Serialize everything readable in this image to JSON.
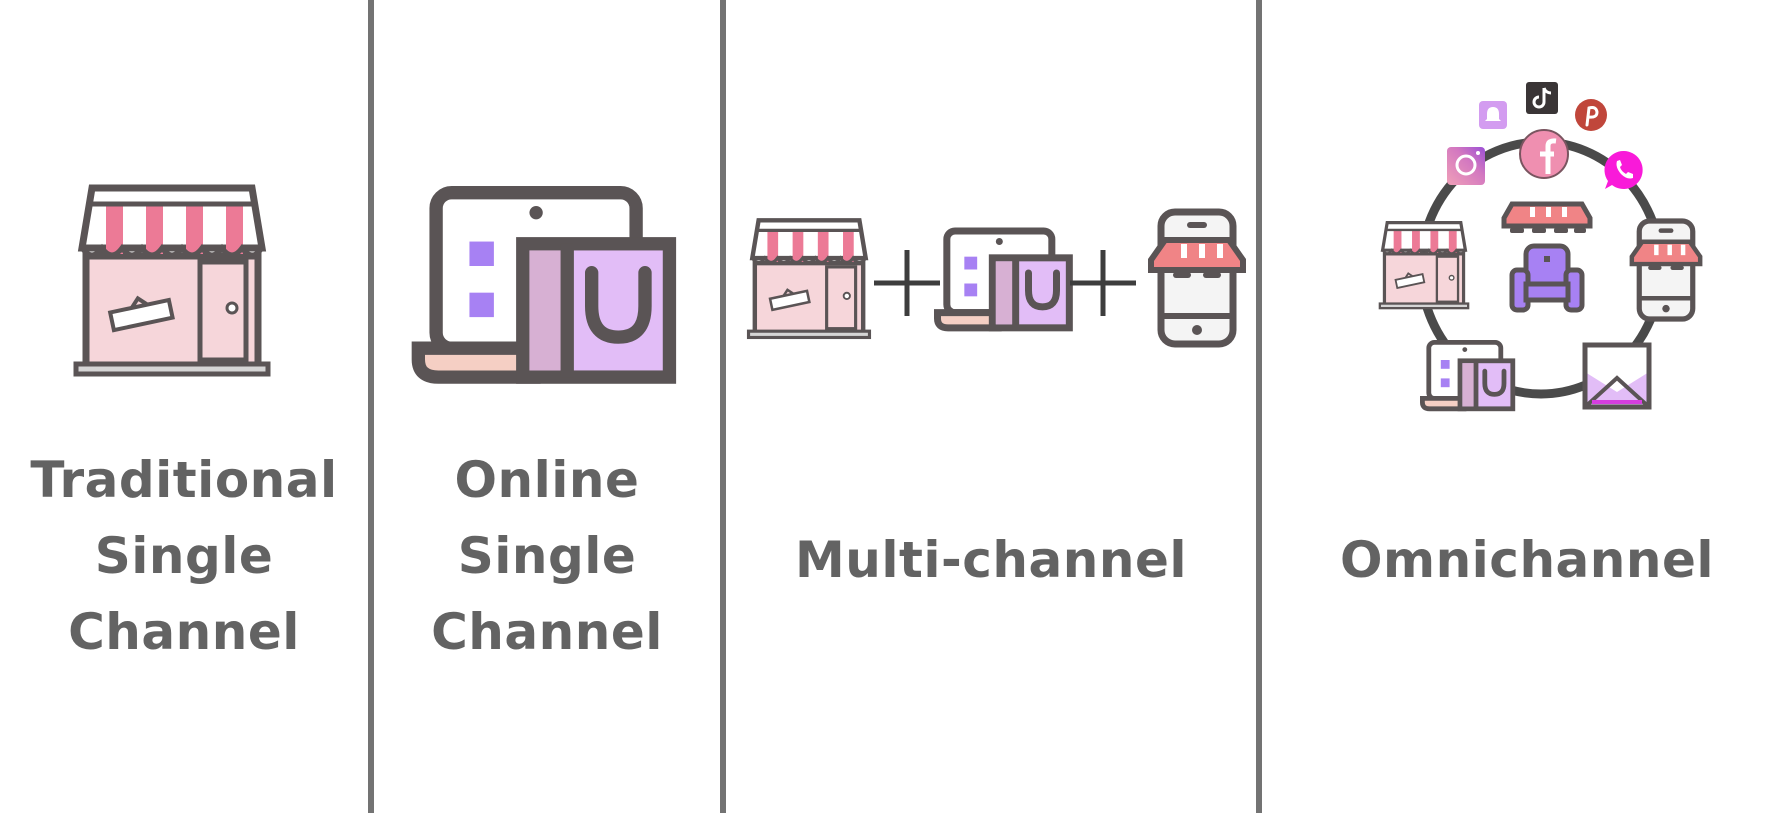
{
  "panels": [
    {
      "id": "traditional",
      "label_lines": [
        "Traditional",
        "Single",
        "Channel"
      ],
      "icons": [
        "storefront-icon"
      ]
    },
    {
      "id": "online",
      "label_lines": [
        "Online",
        "Single",
        "Channel"
      ],
      "icons": [
        "laptop-shopping-bag-icon"
      ]
    },
    {
      "id": "multi",
      "label_lines": [
        "Multi-channel"
      ],
      "icons": [
        "storefront-icon",
        "plus-icon",
        "laptop-shopping-bag-icon",
        "plus-icon",
        "mobile-shop-icon"
      ]
    },
    {
      "id": "omni",
      "label_lines": [
        "Omnichannel"
      ],
      "icons": [
        "snapchat-icon",
        "tiktok-icon",
        "pinterest-icon",
        "instagram-icon",
        "facebook-icon",
        "whatsapp-icon",
        "storefront-icon",
        "awning-icon",
        "armchair-icon",
        "mobile-shop-icon",
        "laptop-shopping-bag-icon",
        "email-envelope-icon"
      ]
    }
  ],
  "colors": {
    "text": "#636363",
    "divider": "#737373",
    "outline": "#5a5455",
    "awning_pink": "#ec7a96",
    "store_fill": "#f6d6da",
    "purple_light": "#e2bdf7",
    "purple": "#a781f3",
    "coral": "#f08486",
    "magenta": "#f91ad9",
    "pinterest": "#c0463b"
  }
}
